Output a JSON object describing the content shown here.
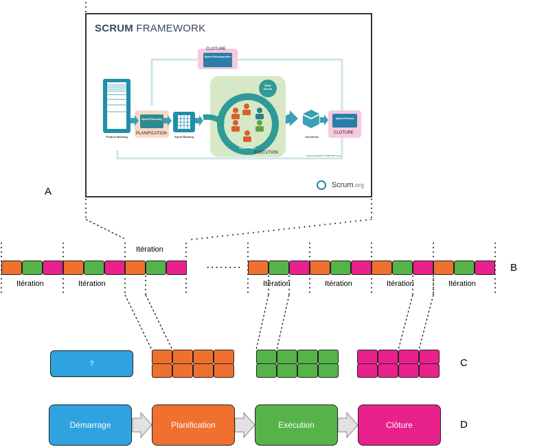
{
  "colors": {
    "blue": "#2ea3df",
    "orange": "#f07030",
    "green": "#55b34a",
    "pink": "#e8218c",
    "teal": "#1f8fa8",
    "scrum_dark": "#3a4a5a"
  },
  "section_labels": {
    "a": "A",
    "b": "B",
    "c": "C",
    "d": "D"
  },
  "scrum": {
    "title_bold": "SCRUM",
    "title_rest": " FRAMEWORK",
    "product_backlog": "Product Backlog",
    "sprint_planning": "Sprint Planning",
    "planification": "PLANIFICATION",
    "sprint_backlog": "Sprint Backlog",
    "daily_scrum": "Daily Scrum",
    "scrum_team": "Scrum Team",
    "execution": "EXECUTION",
    "increment": "Increment",
    "sprint_review": "Sprint Review",
    "cloture_review": "CLOTURE",
    "sprint_retrospective": "Sprint Retrospective",
    "cloture_retro": "CLOTURE",
    "copyright": "Scrum Framework © 2020 Scrum.org",
    "logo_main": "Scrum",
    "logo_suffix": ".org"
  },
  "timeline": {
    "iteration_label": "Itération",
    "top_iteration_label": "Itération",
    "ellipsis": "· · · · · · ·",
    "left_group_iterations": 3,
    "right_group_iterations": 4,
    "phases_per_iteration": [
      "planification",
      "execution",
      "cloture"
    ]
  },
  "grouped": {
    "unknown_label": "?",
    "groups": [
      {
        "phase": "planification",
        "rows": 2,
        "cols": 4
      },
      {
        "phase": "execution",
        "rows": 2,
        "cols": 4
      },
      {
        "phase": "cloture",
        "rows": 2,
        "cols": 4
      }
    ]
  },
  "flow": {
    "steps": [
      {
        "label": "Démarrage",
        "phase": "demarrage"
      },
      {
        "label": "Planification",
        "phase": "planification"
      },
      {
        "label": "Exécution",
        "phase": "execution"
      },
      {
        "label": "Clôture",
        "phase": "cloture"
      }
    ]
  }
}
